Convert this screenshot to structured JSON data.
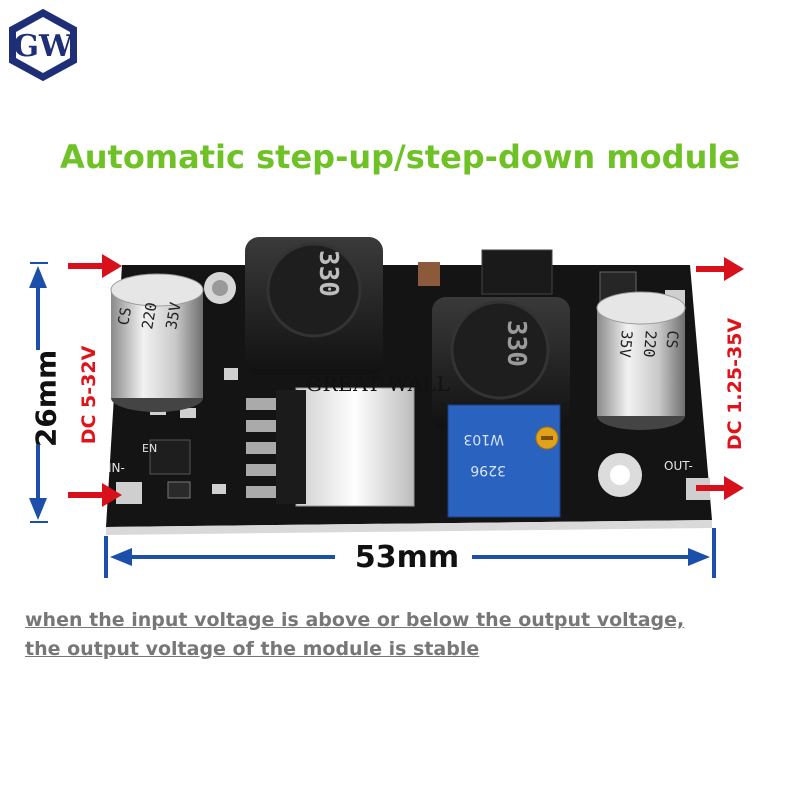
{
  "logo": {
    "text": "GW"
  },
  "title": "Automatic step-up/step-down module",
  "dimensions": {
    "height": "26mm",
    "width": "53mm"
  },
  "input_label": "DC 5-32V",
  "output_label": "DC 1.25-35V",
  "board": {
    "brand": "GREAT WALL",
    "capacitor_left": {
      "brand": "CS",
      "value": "220",
      "voltage": "35V"
    },
    "capacitor_right": {
      "brand": "CS",
      "value": "220",
      "voltage": "35V"
    },
    "inductor_marking": "330",
    "potentiometer": {
      "top": "W103",
      "bottom": "3296"
    },
    "pins": {
      "en": "EN",
      "in_minus": "IN-",
      "out_minus": "OUT-"
    }
  },
  "caption": {
    "line1": "when the input voltage is above or below the output voltage,",
    "line2": "the output voltage of the module is stable"
  },
  "colors": {
    "title": "#6fc226",
    "arrow": "#d8101c",
    "dimension": "#1c4faa",
    "side_label": "#e0121a",
    "pcb": "#121212",
    "potentiometer": "#2a62c0"
  }
}
